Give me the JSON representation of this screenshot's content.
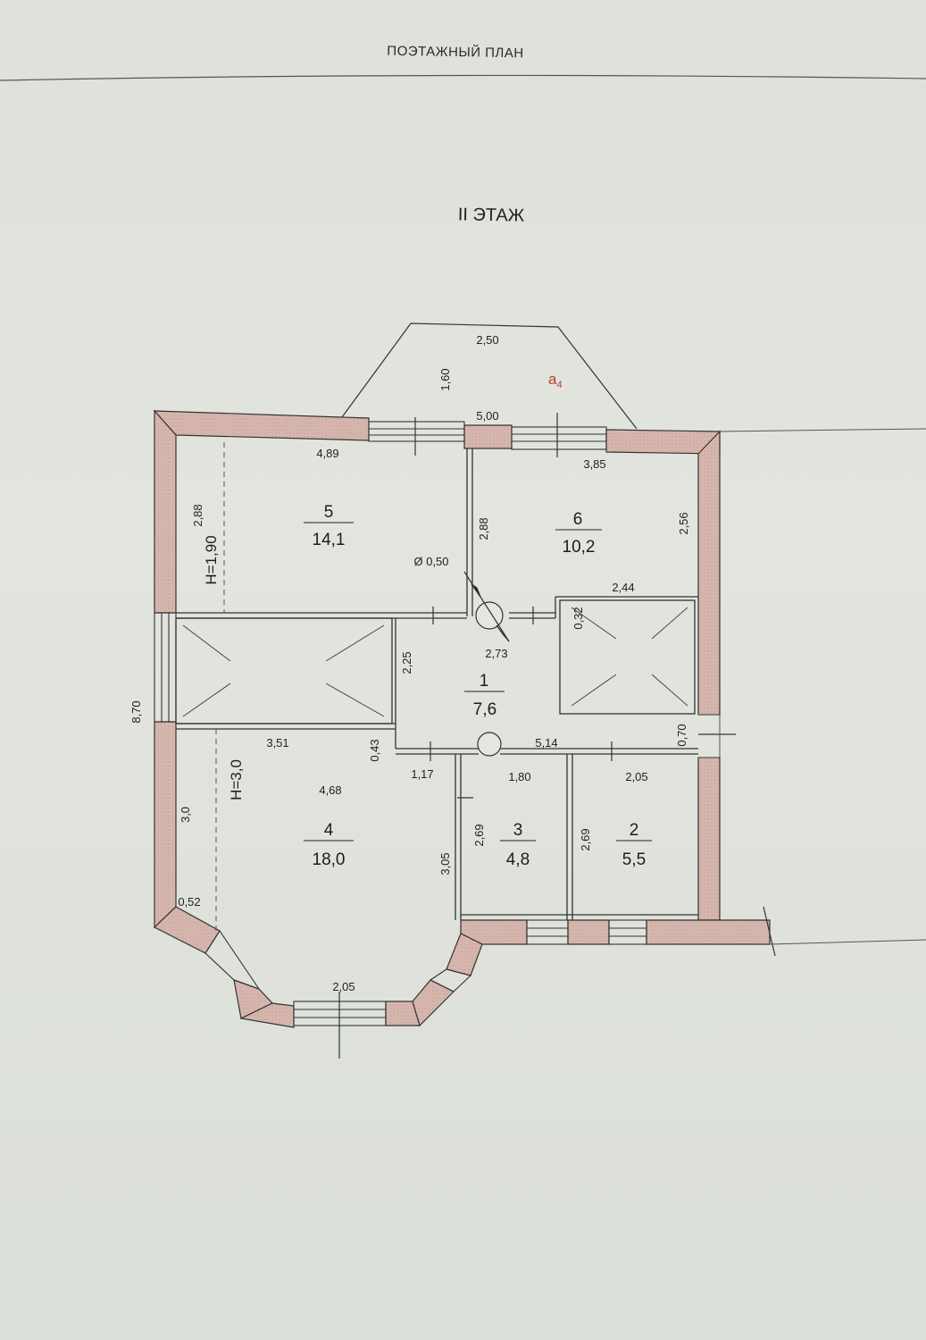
{
  "document": {
    "title": "ПОЭТАЖНЫЙ ПЛАН",
    "floor": "II ЭТАЖ"
  },
  "rooms": [
    {
      "number": "1",
      "area": "7,6"
    },
    {
      "number": "2",
      "area": "5,5"
    },
    {
      "number": "3",
      "area": "4,8"
    },
    {
      "number": "4",
      "area": "18,0"
    },
    {
      "number": "5",
      "area": "14,1"
    },
    {
      "number": "6",
      "area": "10,2"
    }
  ],
  "balcony_mark": "a",
  "balcony_mark_sub": "4",
  "heights": {
    "h1": "H=1,90",
    "h2": "H=3,0"
  },
  "dimensions": {
    "d_250": "2,50",
    "d_160": "1,60",
    "d_500": "5,00",
    "d_489": "4,89",
    "d_385": "3,85",
    "d_288a": "2,88",
    "d_288b": "2,88",
    "d_256": "2,56",
    "d_050": "Ø 0,50",
    "d_244": "2,44",
    "d_032": "0,32",
    "d_273": "2,73",
    "d_225": "2,25",
    "d_870": "8,70",
    "d_351": "3,51",
    "d_043": "0,43",
    "d_514": "5,14",
    "d_070": "0,70",
    "d_117": "1,17",
    "d_180": "1,80",
    "d_205a": "2,05",
    "d_468": "4,68",
    "d_30": "3,0",
    "d_269a": "2,69",
    "d_269b": "2,69",
    "d_305": "3,05",
    "d_052": "0,52",
    "d_205b": "2,05"
  },
  "colors": {
    "wall_fill": "#d9b8b0",
    "line": "#3a3a3a",
    "accent": "#c0392b"
  }
}
